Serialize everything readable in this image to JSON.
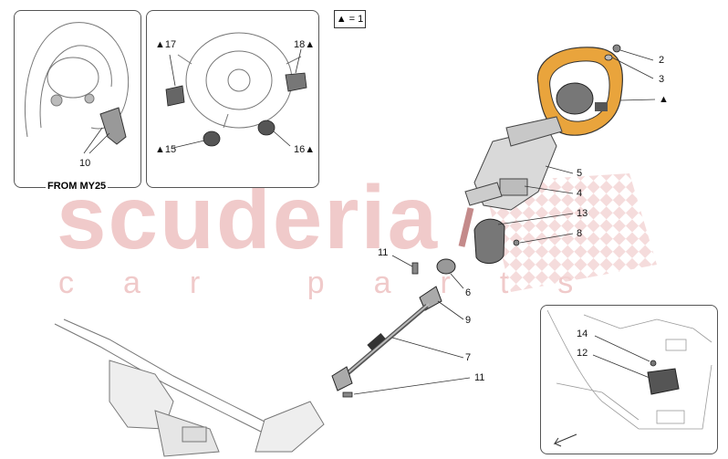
{
  "legend": "▲ = 1",
  "watermark": {
    "brand": "scuderia",
    "sub": "car parts"
  },
  "inset_left": {
    "caption": "FROM MY25",
    "label_10": "10"
  },
  "inset_middle": {
    "l17": "▲17",
    "l18": "18▲",
    "l15": "▲15",
    "l16": "16▲"
  },
  "callouts": {
    "c2": "2",
    "c3": "3",
    "c1": "▲",
    "c5": "5",
    "c4": "4",
    "c13": "13",
    "c8": "8",
    "c11a": "11",
    "c6": "6",
    "c9": "9",
    "c7": "7",
    "c11b": "11",
    "c14": "14",
    "c12": "12"
  },
  "colors": {
    "steering_wheel": "#e9a43c",
    "watermark": "#f0caca",
    "line": "#333333"
  }
}
